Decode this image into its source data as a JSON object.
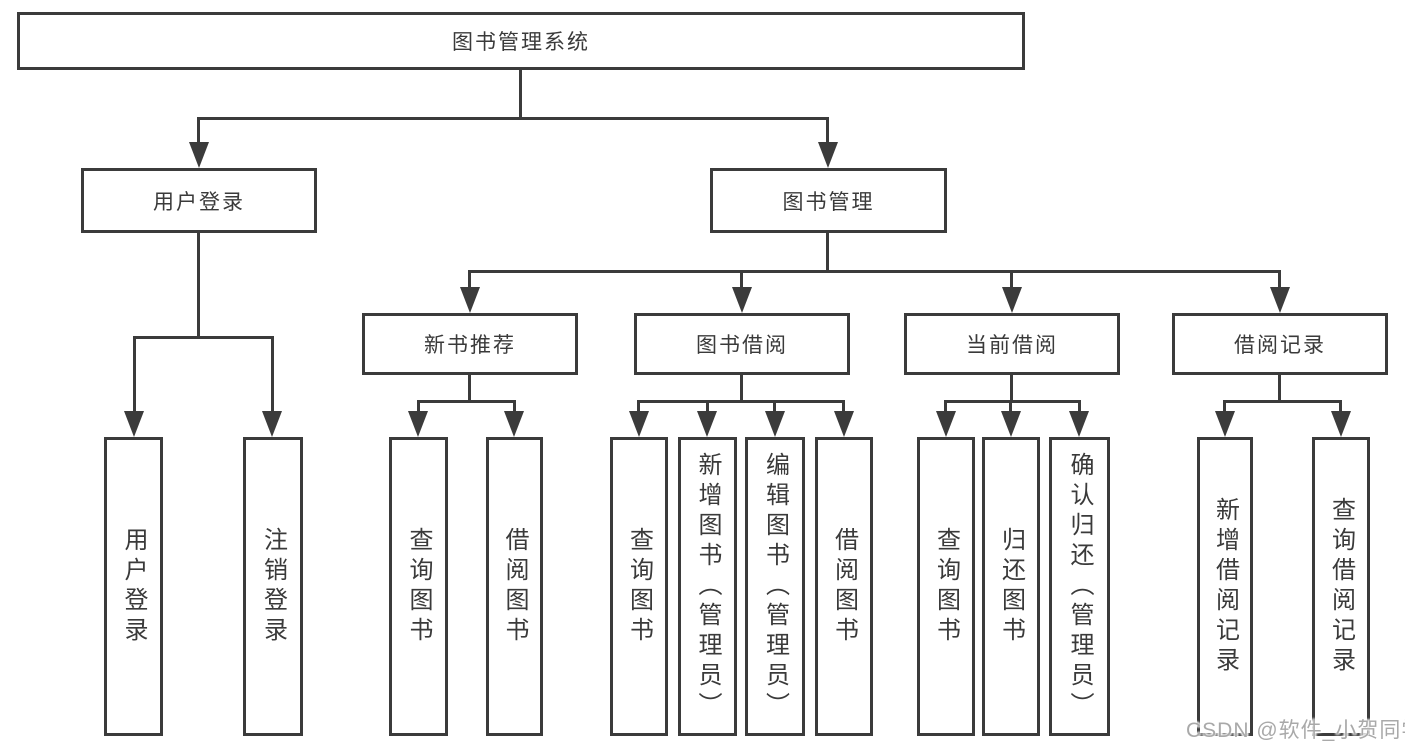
{
  "diagram_type": "tree",
  "tree": {
    "root": {
      "label": "图书管理系统",
      "children": [
        {
          "label": "用户登录",
          "children": [
            {
              "label": "用户登录"
            },
            {
              "label": "注销登录"
            }
          ]
        },
        {
          "label": "图书管理",
          "children": [
            {
              "label": "新书推荐",
              "children": [
                {
                  "label": "查询图书"
                },
                {
                  "label": "借阅图书"
                }
              ]
            },
            {
              "label": "图书借阅",
              "children": [
                {
                  "label": "查询图书"
                },
                {
                  "label": "新增图书（管理员）"
                },
                {
                  "label": "编辑图书（管理员）"
                },
                {
                  "label": "借阅图书"
                }
              ]
            },
            {
              "label": "当前借阅",
              "children": [
                {
                  "label": "查询图书"
                },
                {
                  "label": "归还图书"
                },
                {
                  "label": "确认归还（管理员）"
                }
              ]
            },
            {
              "label": "借阅记录",
              "children": [
                {
                  "label": "新增借阅记录"
                },
                {
                  "label": "查询借阅记录"
                }
              ]
            }
          ]
        }
      ]
    }
  },
  "watermark": {
    "text": "CSDN @软件_小贺同学"
  },
  "colors": {
    "line": "#3b3b3b",
    "text": "#3a3a3a",
    "watermark": "#a9a9a9",
    "background": "#ffffff"
  }
}
